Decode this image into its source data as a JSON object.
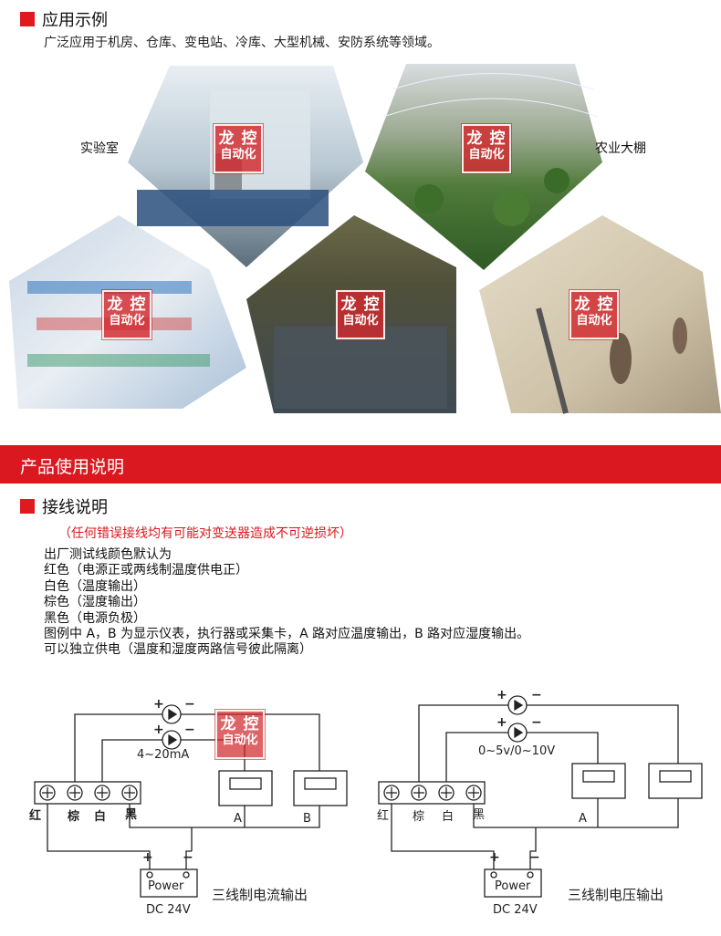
{
  "app_section": {
    "title": "应用示例",
    "description": "广泛应用于机房、仓库、变电站、冷库、大型机械、安防系统等领域。",
    "photos": [
      {
        "label": "实验室"
      },
      {
        "label": "农业大棚"
      },
      {
        "label": ""
      },
      {
        "label": ""
      },
      {
        "label": ""
      }
    ],
    "watermark": {
      "line1": "龙 控",
      "line2": "自动化"
    }
  },
  "banner": {
    "title": "产品使用说明"
  },
  "wiring": {
    "title": "接线说明",
    "warning": "（任何错误接线均有可能对变送器造成不可逆损坏）",
    "lines": [
      "出厂测试线颜色默认为",
      "红色（电源正或两线制温度供电正）",
      "白色（温度输出）",
      "棕色（湿度输出）",
      "黑色（电源负极）",
      "图例中 A，B 为显示仪表，执行器或采集卡，A 路对应温度输出，B 路对应湿度输出。",
      "可以独立供电（温度和湿度两路信号彼此隔离）"
    ]
  },
  "diagram_left": {
    "terminals": [
      "红",
      "棕",
      "白",
      "黑"
    ],
    "meter_label": "4~20mA",
    "device_a": "A",
    "device_b": "B",
    "power_label": "Power",
    "power_spec": "DC 24V",
    "caption": "三线制电流输出",
    "plus": "+",
    "minus": "−"
  },
  "diagram_right": {
    "terminals": [
      "红",
      "棕",
      "白",
      "黑"
    ],
    "meter_label": "0~5v/0~10V",
    "device_a": "A",
    "power_label": "Power",
    "power_spec": "DC 24V",
    "caption": "三线制电压输出",
    "plus": "+",
    "minus": "−"
  },
  "colors": {
    "accent": "#d9191f"
  }
}
